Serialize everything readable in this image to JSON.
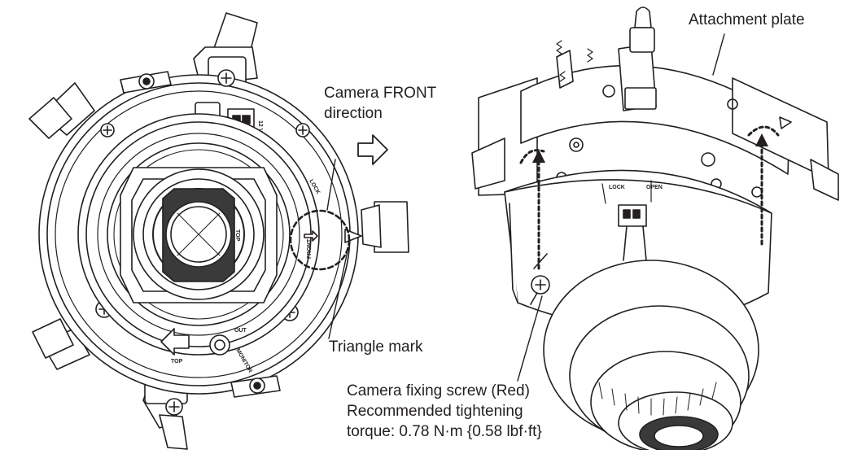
{
  "labels": {
    "camera_front_line1": "Camera FRONT",
    "camera_front_line2": "direction",
    "triangle_mark": "Triangle mark",
    "attachment_plate": "Attachment plate",
    "screw_line1": "Camera fixing screw (Red)",
    "screw_line2": "Recommended tightening",
    "screw_line3": "torque: 0.78 N·m {0.58 lbf·ft}"
  },
  "markings": {
    "lock": "LOCK",
    "open": "OPEN",
    "front": "FRONT",
    "top_lens": "TOP",
    "top_bottom": "TOP",
    "monitor": "MONITOR",
    "out": "OUT",
    "voltage": "12 V"
  },
  "icons": {
    "step_arrow": "right-outline-arrow-icon"
  }
}
